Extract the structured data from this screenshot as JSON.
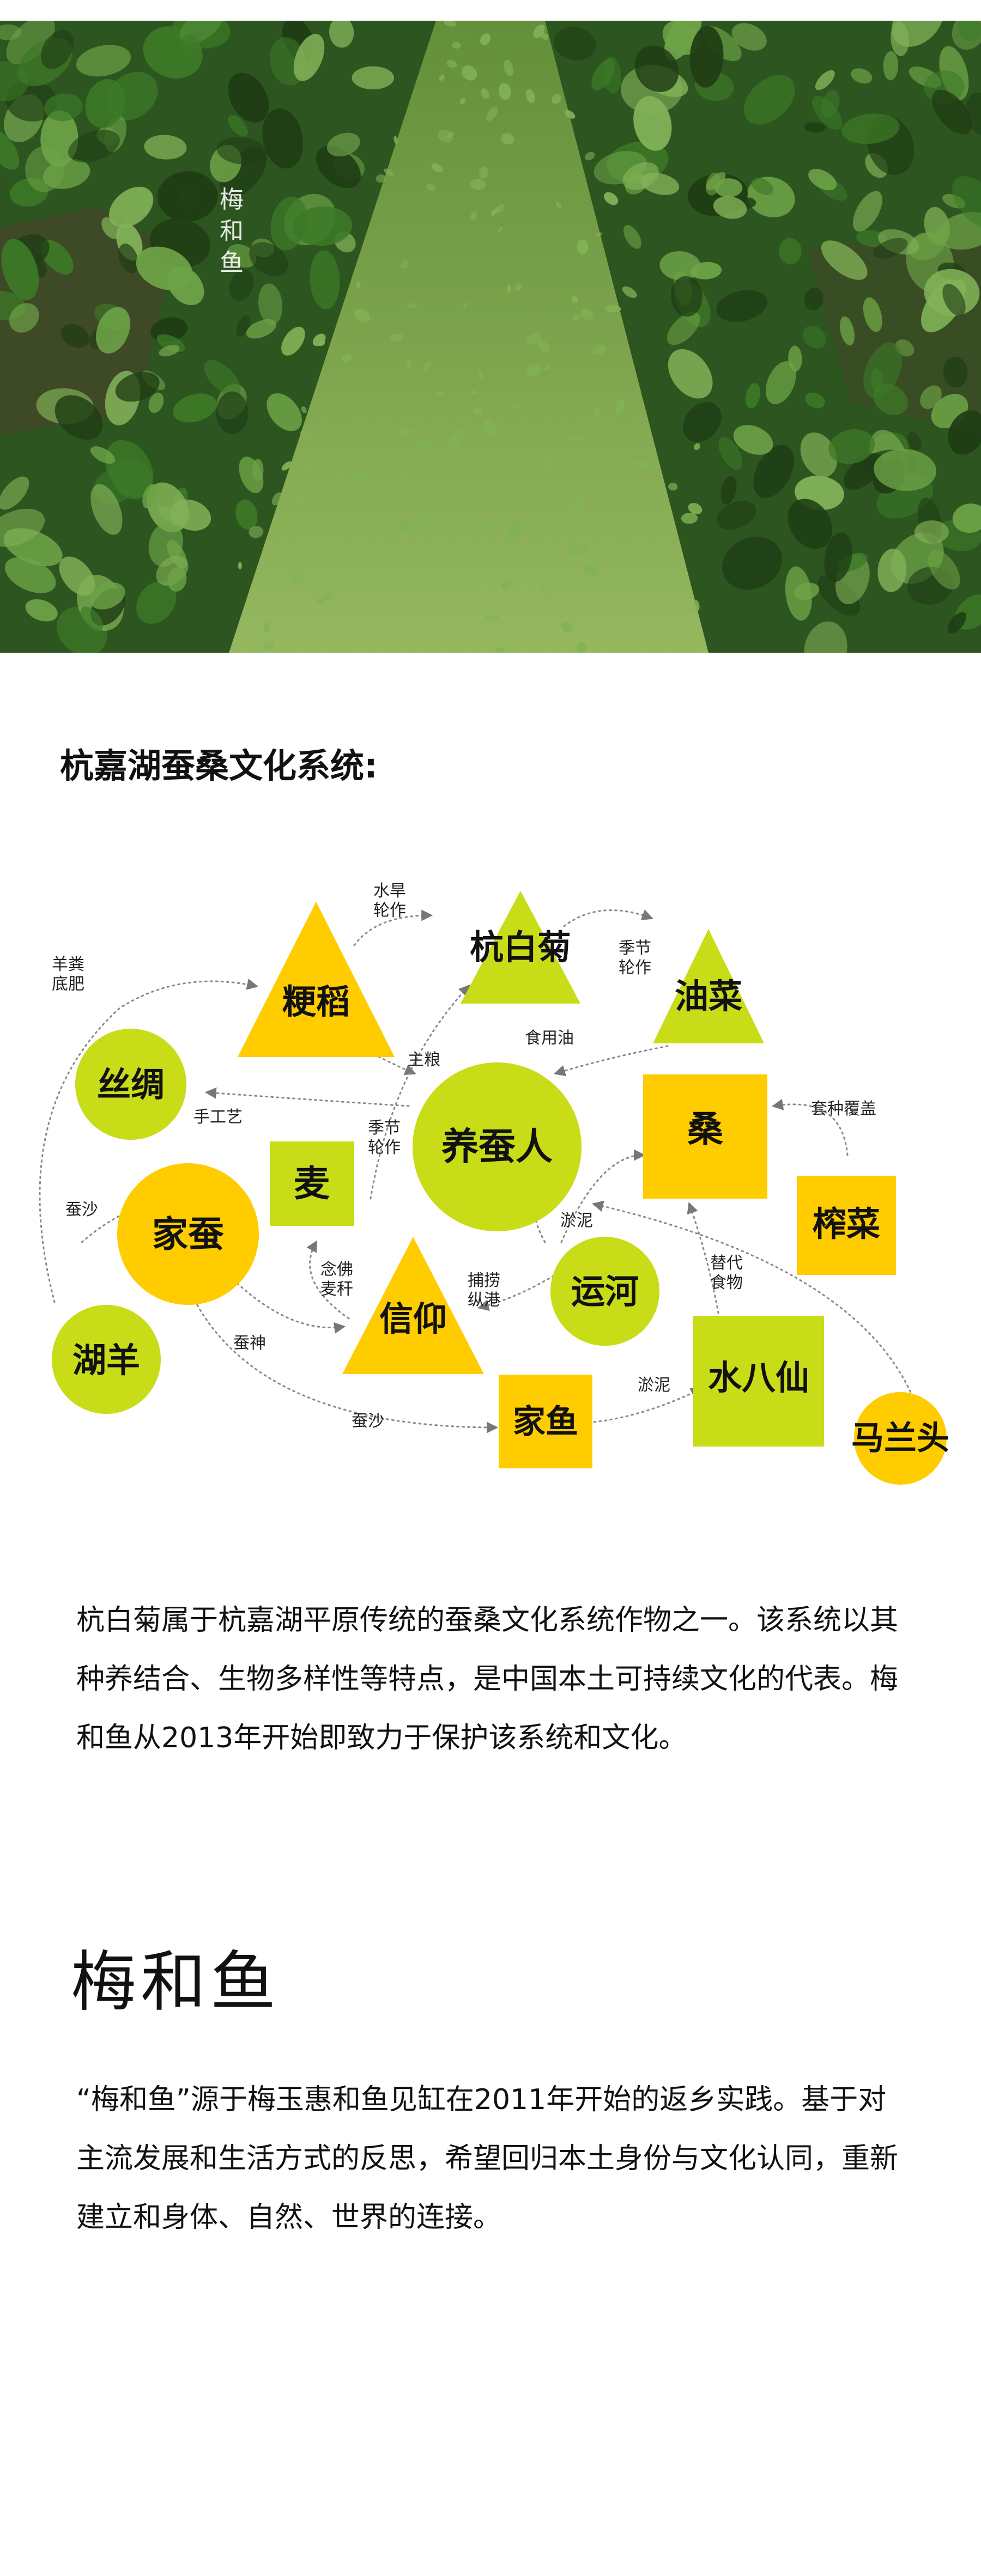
{
  "hero": {
    "watermark": "梅和鱼",
    "colors": {
      "light": "#6ea447",
      "mid": "#3d7a27",
      "dark": "#1f3d14",
      "soil": "#5a4630",
      "grass": "#82b257"
    }
  },
  "section_title": "杭嘉湖蚕桑文化系统:",
  "diagram": {
    "colors": {
      "lime": "#c8dc18",
      "gold": "#ffcc00",
      "edge": "#8a8a8a"
    },
    "nodes": [
      {
        "id": "jingdao",
        "label": "粳稻"
      },
      {
        "id": "hangbaiju",
        "label": "杭白菊"
      },
      {
        "id": "youcai",
        "label": "油菜"
      },
      {
        "id": "sichou",
        "label": "丝绸"
      },
      {
        "id": "yangcanren",
        "label": "养蚕人"
      },
      {
        "id": "sang",
        "label": "桑"
      },
      {
        "id": "mai",
        "label": "麦"
      },
      {
        "id": "jiacan",
        "label": "家蚕"
      },
      {
        "id": "zhacai",
        "label": "榨菜"
      },
      {
        "id": "yunhe",
        "label": "运河"
      },
      {
        "id": "huyang",
        "label": "湖羊"
      },
      {
        "id": "xinyang",
        "label": "信仰"
      },
      {
        "id": "shuibaxian",
        "label": "水八仙"
      },
      {
        "id": "jiayu",
        "label": "家鱼"
      },
      {
        "id": "malantou",
        "label": "马兰头"
      }
    ],
    "edges": [
      {
        "label": "水旱\n轮作"
      },
      {
        "label": "季节\n轮作"
      },
      {
        "label": "羊粪\n底肥"
      },
      {
        "label": "主粮"
      },
      {
        "label": "食用油"
      },
      {
        "label": "手工艺"
      },
      {
        "label": "季节\n轮作"
      },
      {
        "label": "套种覆盖"
      },
      {
        "label": "蚕沙"
      },
      {
        "label": "淤泥"
      },
      {
        "label": "念佛\n麦秆"
      },
      {
        "label": "捕捞\n纵港"
      },
      {
        "label": "替代\n食物"
      },
      {
        "label": "蚕神"
      },
      {
        "label": "淤泥"
      },
      {
        "label": "蚕沙"
      }
    ]
  },
  "paragraph1": "杭白菊属于杭嘉湖平原传统的蚕桑文化系统作物之一。该系统以其种养结合、生物多样性等特点，是中国本土可持续文化的代表。梅和鱼从2013年开始即致力于保护该系统和文化。",
  "brand_logo": "梅和鱼",
  "paragraph2": "“梅和鱼”源于梅玉惠和鱼见缸在2011年开始的返乡实践。基于对主流发展和生活方式的反思，希望回归本土身份与文化认同，重新建立和身体、自然、世界的连接。"
}
